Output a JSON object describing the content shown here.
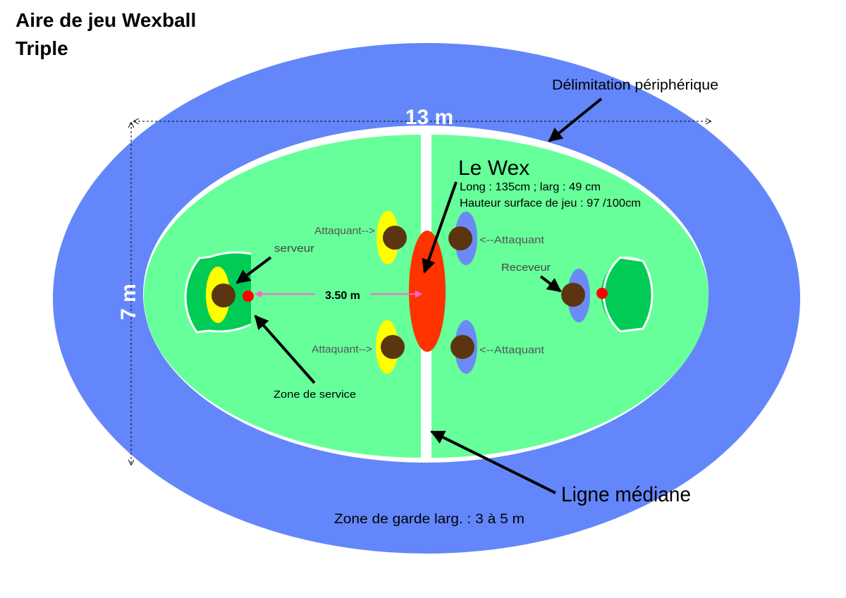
{
  "title": {
    "line1": "Aire de jeu Wexball",
    "line2": "Triple"
  },
  "dimensions": {
    "width": "13 m",
    "height": "7 m",
    "service_distance": "3.50 m"
  },
  "labels": {
    "perimeter": "Délimitation périphérique",
    "wex_title": "Le Wex",
    "wex_size": "Long : 135cm ; larg : 49 cm",
    "wex_height": "Hauteur surface de jeu : 97 /100cm",
    "server": "serveur",
    "receiver": "Receveur",
    "service_zone": "Zone de service",
    "attacker_left_top": "Attaquant-->",
    "attacker_left_bottom": "Attaquant-->",
    "attacker_right_top": "<--Attaquant",
    "attacker_right_bottom": "<--Attaquant",
    "median_line": "Ligne médiane",
    "guard_zone": "Zone de garde larg. : 3 à 5 m"
  },
  "colors": {
    "outer_zone": "#6387fa",
    "field": "#66ff99",
    "wex": "#ff3300",
    "service_zone": "#00cc55",
    "attacker_left": "#ffff00",
    "attacker_right": "#6b8af5",
    "player": "#5a3510",
    "ball": "#ff0000",
    "distance_arrow": "#ff66cc"
  }
}
